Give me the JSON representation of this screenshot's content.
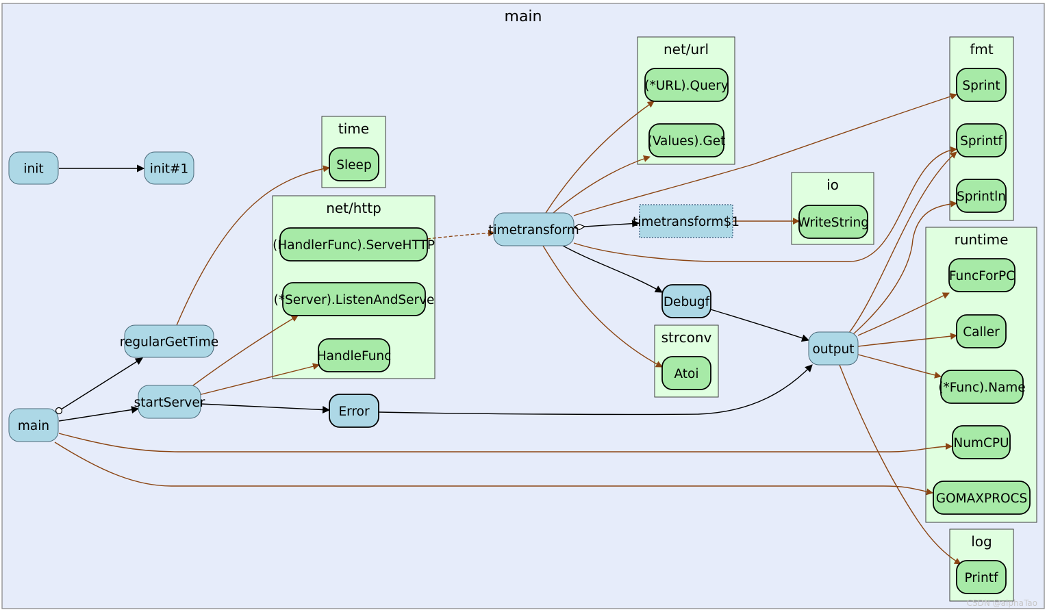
{
  "colors": {
    "background": "#e6ecfa",
    "cluster_fill": "#e0ffe0",
    "cluster_stroke": "#3c3c3c",
    "local_node_fill": "#add8e6",
    "external_node_fill": "#a7eaa7",
    "call_edge_external": "#8b4513",
    "call_edge_local": "#000000"
  },
  "diagram": {
    "title": "main",
    "packages": [
      {
        "id": "time",
        "label": "time"
      },
      {
        "id": "nethttp",
        "label": "net/http"
      },
      {
        "id": "neturl",
        "label": "net/url"
      },
      {
        "id": "io",
        "label": "io"
      },
      {
        "id": "strconv",
        "label": "strconv"
      },
      {
        "id": "fmt",
        "label": "fmt"
      },
      {
        "id": "runtime",
        "label": "runtime"
      },
      {
        "id": "log",
        "label": "log"
      }
    ],
    "nodes": [
      {
        "id": "init",
        "label": "init",
        "package": "main"
      },
      {
        "id": "init1",
        "label": "init#1",
        "package": "main"
      },
      {
        "id": "main",
        "label": "main",
        "package": "main"
      },
      {
        "id": "regularGetTime",
        "label": "regularGetTime",
        "package": "main"
      },
      {
        "id": "startServer",
        "label": "startServer",
        "package": "main"
      },
      {
        "id": "Error",
        "label": "Error",
        "package": "main"
      },
      {
        "id": "timetransform",
        "label": "timetransform",
        "package": "main"
      },
      {
        "id": "timetransform1",
        "label": "timetransform$1",
        "package": "main",
        "style": "closure"
      },
      {
        "id": "Debugf",
        "label": "Debugf",
        "package": "main"
      },
      {
        "id": "output",
        "label": "output",
        "package": "main"
      },
      {
        "id": "Sleep",
        "label": "Sleep",
        "package": "time"
      },
      {
        "id": "ServeHTTP",
        "label": "(HandlerFunc).ServeHTTP",
        "package": "nethttp"
      },
      {
        "id": "ListenAndServe",
        "label": "(*Server).ListenAndServe",
        "package": "nethttp"
      },
      {
        "id": "HandleFunc",
        "label": "HandleFunc",
        "package": "nethttp"
      },
      {
        "id": "URLQuery",
        "label": "(*URL).Query",
        "package": "neturl"
      },
      {
        "id": "ValuesGet",
        "label": "(Values).Get",
        "package": "neturl"
      },
      {
        "id": "WriteString",
        "label": "WriteString",
        "package": "io"
      },
      {
        "id": "Atoi",
        "label": "Atoi",
        "package": "strconv"
      },
      {
        "id": "Sprint",
        "label": "Sprint",
        "package": "fmt"
      },
      {
        "id": "Sprintf",
        "label": "Sprintf",
        "package": "fmt"
      },
      {
        "id": "Sprintln",
        "label": "Sprintln",
        "package": "fmt"
      },
      {
        "id": "FuncForPC",
        "label": "FuncForPC",
        "package": "runtime"
      },
      {
        "id": "Caller",
        "label": "Caller",
        "package": "runtime"
      },
      {
        "id": "FuncName",
        "label": "(*Func).Name",
        "package": "runtime"
      },
      {
        "id": "NumCPU",
        "label": "NumCPU",
        "package": "runtime"
      },
      {
        "id": "GOMAXPROCS",
        "label": "GOMAXPROCS",
        "package": "runtime"
      },
      {
        "id": "Printf",
        "label": "Printf",
        "package": "log"
      }
    ],
    "edges": [
      {
        "from": "init",
        "to": "init1",
        "kind": "static-local"
      },
      {
        "from": "main",
        "to": "regularGetTime",
        "kind": "go"
      },
      {
        "from": "main",
        "to": "startServer",
        "kind": "static-local"
      },
      {
        "from": "main",
        "to": "NumCPU",
        "kind": "static-external"
      },
      {
        "from": "main",
        "to": "GOMAXPROCS",
        "kind": "static-external"
      },
      {
        "from": "regularGetTime",
        "to": "Sleep",
        "kind": "static-external"
      },
      {
        "from": "startServer",
        "to": "ListenAndServe",
        "kind": "static-external"
      },
      {
        "from": "startServer",
        "to": "HandleFunc",
        "kind": "static-external"
      },
      {
        "from": "startServer",
        "to": "Error",
        "kind": "static-local"
      },
      {
        "from": "ServeHTTP",
        "to": "timetransform",
        "kind": "dynamic"
      },
      {
        "from": "timetransform",
        "to": "URLQuery",
        "kind": "static-external"
      },
      {
        "from": "timetransform",
        "to": "ValuesGet",
        "kind": "static-external"
      },
      {
        "from": "timetransform",
        "to": "Sprint",
        "kind": "static-external"
      },
      {
        "from": "timetransform",
        "to": "Sprintf",
        "kind": "static-external"
      },
      {
        "from": "timetransform",
        "to": "timetransform1",
        "kind": "defer"
      },
      {
        "from": "timetransform",
        "to": "Debugf",
        "kind": "static-local"
      },
      {
        "from": "timetransform",
        "to": "Atoi",
        "kind": "static-external"
      },
      {
        "from": "timetransform1",
        "to": "WriteString",
        "kind": "static-external"
      },
      {
        "from": "Debugf",
        "to": "output",
        "kind": "static-local"
      },
      {
        "from": "Error",
        "to": "output",
        "kind": "static-local"
      },
      {
        "from": "output",
        "to": "Sprintf",
        "kind": "static-external"
      },
      {
        "from": "output",
        "to": "Sprintln",
        "kind": "static-external"
      },
      {
        "from": "output",
        "to": "FuncForPC",
        "kind": "static-external"
      },
      {
        "from": "output",
        "to": "Caller",
        "kind": "static-external"
      },
      {
        "from": "output",
        "to": "FuncName",
        "kind": "static-external"
      },
      {
        "from": "output",
        "to": "Printf",
        "kind": "static-external"
      }
    ]
  },
  "watermark": "CSDN @alphaTao"
}
